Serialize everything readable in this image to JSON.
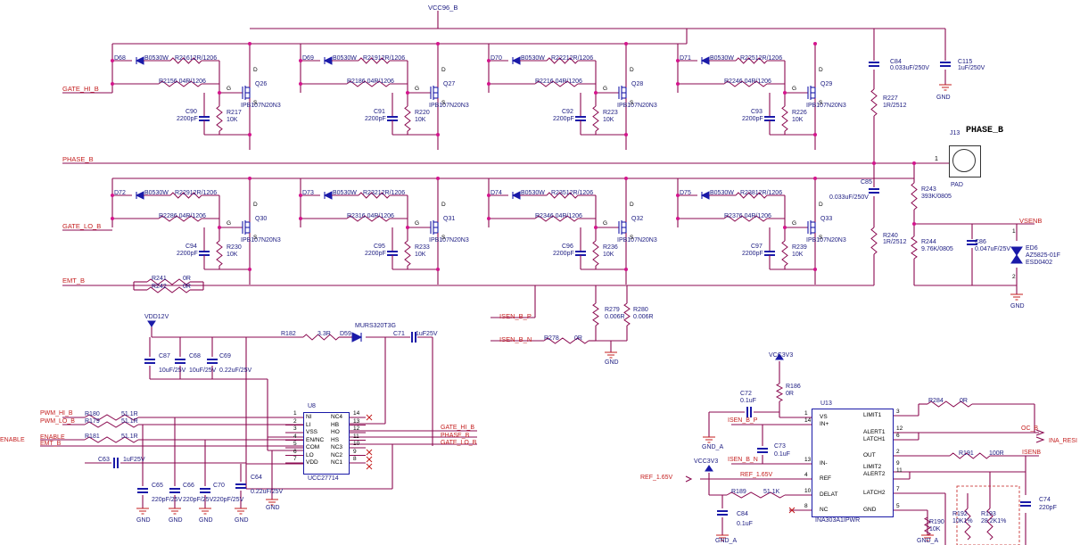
{
  "nets": {
    "vcc96": "VCC96_B",
    "gate_hi": "GATE_HI_B",
    "phase": "PHASE_B",
    "gate_lo": "GATE_LO_B",
    "emt": "EMT_B",
    "isen_p": "ISEN_B_P",
    "isen_n": "ISEN_B_N",
    "vdd12": "VDD12V",
    "pwm_hi": "PWM_HI_B",
    "pwm_lo": "PWM_LO_B",
    "enable_left": "ENABLE",
    "enable": "ENABLE",
    "emt_left": "EMT_B",
    "gate_hi_out": "GATE_HI_B",
    "phase_out": "PHASE_B",
    "gate_lo_out": "GATE_LO_B",
    "vsenb": "VSENB",
    "vcc3v3_a": "VCC3V3",
    "vcc3v3_b": "VCC3V3",
    "isen_p2": "ISEN_B_P",
    "isen_n2": "ISEN_B_N",
    "ref": "REF_1.65V",
    "ref2": "REF_1.65V",
    "oc": "OC_B",
    "ina_rst": "INA_RESI",
    "isenb": "ISENB",
    "gnd": "GND",
    "gnd_a": "GND_A"
  },
  "high_side": [
    {
      "d": "D68",
      "dval": "B0530W",
      "rd": "R216",
      "rdval": "12R/1206",
      "rg": "R215",
      "rgval": "6.04R/1206",
      "c": "C90",
      "cval": "2200pF",
      "rp": "R217",
      "rpval": "10K",
      "q": "Q26",
      "qval": "IPB107N20N3"
    },
    {
      "d": "D69",
      "dval": "B0530W",
      "rd": "R219",
      "rdval": "12R/1206",
      "rg": "R218",
      "rgval": "6.04R/1206",
      "c": "C91",
      "cval": "2200pF",
      "rp": "R220",
      "rpval": "10K",
      "q": "Q27",
      "qval": "IPB107N20N3"
    },
    {
      "d": "D70",
      "dval": "B0530W",
      "rd": "R222",
      "rdval": "12R/1206",
      "rg": "R221",
      "rgval": "6.04R/1206",
      "c": "C92",
      "cval": "2200pF",
      "rp": "R223",
      "rpval": "10K",
      "q": "Q28",
      "qval": "IPB107N20N3"
    },
    {
      "d": "D71",
      "dval": "B0530W",
      "rd": "R225",
      "rdval": "12R/1206",
      "rg": "R224",
      "rgval": "6.04R/1206",
      "c": "C93",
      "cval": "2200pF",
      "rp": "R226",
      "rpval": "10K",
      "q": "Q29",
      "qval": "IPB107N20N3"
    }
  ],
  "low_side": [
    {
      "d": "D72",
      "dval": "B0530W",
      "rd": "R229",
      "rdval": "12R/1206",
      "rg": "R228",
      "rgval": "6.04R/1206",
      "c": "C94",
      "cval": "2200pF",
      "rp": "R230",
      "rpval": "10K",
      "q": "Q30",
      "qval": "IPB107N20N3"
    },
    {
      "d": "D73",
      "dval": "B0530W",
      "rd": "R232",
      "rdval": "12R/1206",
      "rg": "R231",
      "rgval": "6.04R/1206",
      "c": "C95",
      "cval": "2200pF",
      "rp": "R233",
      "rpval": "10K",
      "q": "Q31",
      "qval": "IPB107N20N3"
    },
    {
      "d": "D74",
      "dval": "B0530W",
      "rd": "R235",
      "rdval": "12R/1206",
      "rg": "R234",
      "rgval": "6.04R/1206",
      "c": "C96",
      "cval": "2200pF",
      "rp": "R236",
      "rpval": "10K",
      "q": "Q32",
      "qval": "IPB107N20N3"
    },
    {
      "d": "D75",
      "dval": "B0530W",
      "rd": "R238",
      "rdval": "12R/1206",
      "rg": "R237",
      "rgval": "6.04R/1206",
      "c": "C97",
      "cval": "2200pF",
      "rp": "R239",
      "rpval": "10K",
      "q": "Q33",
      "qval": "IPB107N20N3"
    }
  ],
  "snubber": {
    "c84": "C84",
    "c84v": "0.033uF/250V",
    "c115": "C115",
    "c115v": "1uF/250V",
    "r227": "R227",
    "r227v": "1R/2512",
    "c85": "C85",
    "c85v": "0.033uF/250V",
    "r240": "R240",
    "r240v": "1R/2512"
  },
  "connector": {
    "ref": "J13",
    "name": "PHASE_B",
    "pad": "PAD",
    "pin": "1"
  },
  "vsense": {
    "r243": "R243",
    "r243v": "393K/0805",
    "r244": "R244",
    "r244v": "9.76K/0805",
    "c86": "C86",
    "c86v": "0.047uF/25V",
    "ed6": "ED6",
    "ed6v": "AZ5825-01F",
    "ed6p": "ESD0402"
  },
  "emt_res": {
    "r241": "R241",
    "r241v": "0R",
    "r242": "R242",
    "r242v": "0R"
  },
  "shunt": {
    "r279": "R279",
    "r279v": "0.006R",
    "r280": "R280",
    "r280v": "0.006R",
    "r278": "R278",
    "r278v": "0R"
  },
  "driver": {
    "ref": "U8",
    "part": "UCC27714",
    "left_pins": [
      {
        "n": "1",
        "name": "NI"
      },
      {
        "n": "2",
        "name": "LI"
      },
      {
        "n": "3",
        "name": "VSS"
      },
      {
        "n": "4",
        "name": "EN/NC"
      },
      {
        "n": "5",
        "name": "COM"
      },
      {
        "n": "6",
        "name": "LO"
      },
      {
        "n": "7",
        "name": "VDD"
      }
    ],
    "right_pins": [
      {
        "n": "14",
        "name": "NC4"
      },
      {
        "n": "13",
        "name": "HB"
      },
      {
        "n": "12",
        "name": "HO"
      },
      {
        "n": "11",
        "name": "HS"
      },
      {
        "n": "10",
        "name": "NC3"
      },
      {
        "n": "9",
        "name": "NC2"
      },
      {
        "n": "8",
        "name": "NC1"
      }
    ],
    "r180": "R180",
    "r180v": "51.1R",
    "r179": "R179",
    "r179v": "51.1R",
    "r181": "R181",
    "r181v": "51.1R",
    "c63": "C63",
    "c63v": "1uF25V",
    "c87": "C87",
    "c87v": "10uF/25V",
    "c68": "C68",
    "c68v": "10uF/25V",
    "c69": "C69",
    "c69v": "0.22uF/25V",
    "r182": "R182",
    "r182v": "3.3R",
    "d59": "D59",
    "d59v": "MURS320T3G",
    "c71": "C71",
    "c71v": "1uF25V",
    "c64": "C64",
    "c64v": "0.22uF/25V",
    "c65": "C65",
    "c65v": "220pF/25V",
    "c66": "C66",
    "c66v": "220pF/25V",
    "c70": "C70",
    "c70v": "220pF/25V"
  },
  "ina": {
    "ref": "U13",
    "part": "INA303A1IPWR",
    "left_pins": [
      {
        "n": "1",
        "name": "VS"
      },
      {
        "n": "14",
        "name": "IN+"
      },
      {
        "n": "13",
        "name": "IN-"
      },
      {
        "n": "4",
        "name": "REF"
      },
      {
        "n": "10",
        "name": "DELAT"
      },
      {
        "n": "8",
        "name": "NC"
      }
    ],
    "right_pins": [
      {
        "n": "3",
        "name": "LIMIT1"
      },
      {
        "n": "12",
        "name": "ALERT1"
      },
      {
        "n": "6",
        "name": "LATCH1"
      },
      {
        "n": "2",
        "name": "OUT"
      },
      {
        "n": "9",
        "name": "LIMIT2"
      },
      {
        "n": "11",
        "name": "ALERT2"
      },
      {
        "n": "7",
        "name": "LATCH2"
      },
      {
        "n": "5",
        "name": "GND"
      }
    ],
    "r186": "R186",
    "r186v": "0R",
    "c72": "C72",
    "c72v": "0.1uF",
    "c73": "C73",
    "c73v": "0.1uF",
    "r189": "R189",
    "r189v": "51.1K",
    "c84": "C84",
    "c84v": "0.1uF",
    "r284": "R284",
    "r284v": "0R",
    "r191": "R191",
    "r191v": "100R",
    "r190": "R190",
    "r190v": "10K",
    "r192": "R192",
    "r192v": "10K1%",
    "r193": "R193",
    "r193v": "28.2K1%",
    "c74": "C74",
    "c74v": "220pF"
  },
  "pin_labels": {
    "g": "G",
    "d": "D",
    "s": "S",
    "one": "1",
    "two": "2"
  }
}
